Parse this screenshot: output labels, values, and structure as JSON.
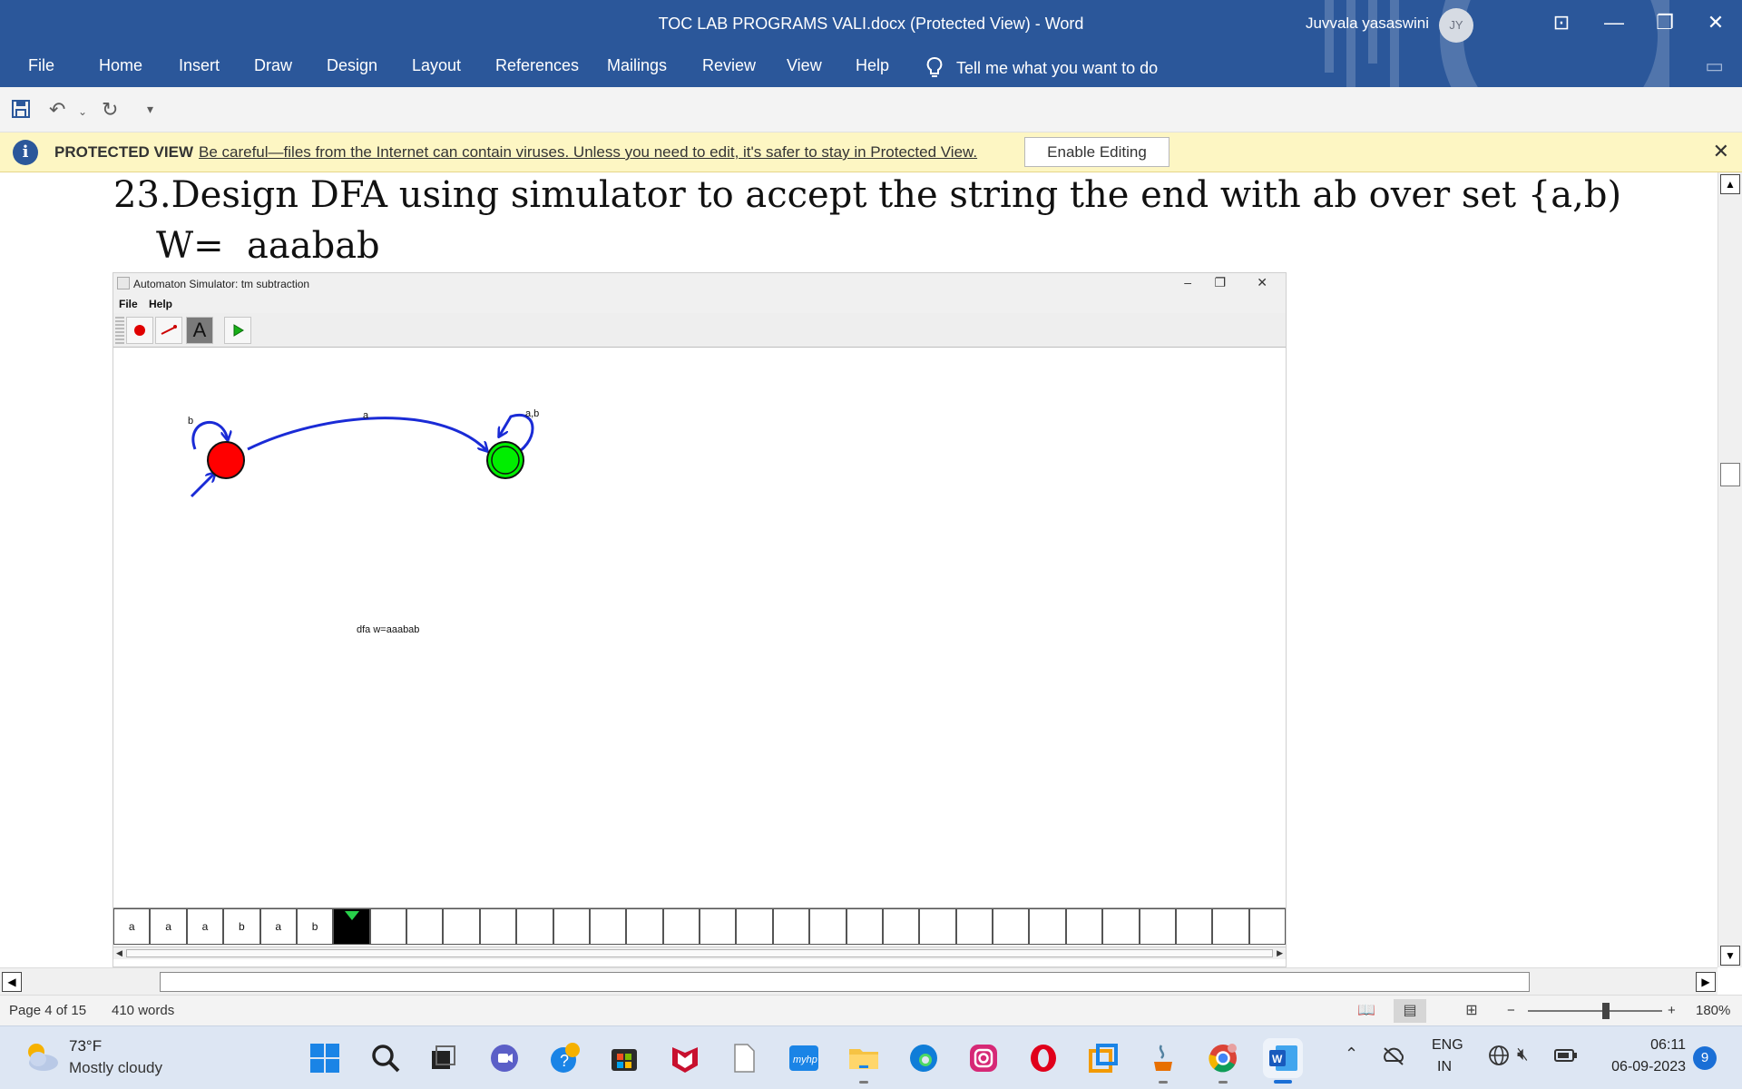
{
  "window": {
    "title": "TOC LAB PROGRAMS VALI.docx (Protected View)  -  Word",
    "user_name": "Juvvala yasaswini",
    "user_initials": "JY",
    "controls": {
      "ribbon_display": "⊡",
      "minimize": "—",
      "restore": "❐",
      "close": "✕"
    }
  },
  "ribbon": {
    "tabs": [
      "File",
      "Home",
      "Insert",
      "Draw",
      "Design",
      "Layout",
      "References",
      "Mailings",
      "Review",
      "View",
      "Help"
    ],
    "tell_me": "Tell me what you want to do"
  },
  "qat": {
    "save_icon": "save-icon",
    "undo_icon": "undo-icon",
    "redo_icon": "redo-icon",
    "customize_icon": "customize-icon"
  },
  "protected_view": {
    "label": "PROTECTED VIEW",
    "message": "Be careful—files from the Internet can contain viruses. Unless you need to edit, it's safer to stay in Protected View.",
    "button": "Enable Editing"
  },
  "document": {
    "heading": "23.Design DFA using simulator to accept the string the end with ab over set {a,b)",
    "w_line": "W=  aaabab"
  },
  "simulator": {
    "title": "Automaton Simulator: tm subtraction",
    "menu": [
      "File",
      "Help"
    ],
    "tools": [
      "state-tool",
      "transition-tool",
      "text-tool",
      "run-tool"
    ],
    "text_tool_label": "A",
    "loop_label_q0": "b",
    "transition_label": "a",
    "loop_label_q1": "a,b",
    "note": "dfa w=aaabab",
    "tape": [
      "a",
      "a",
      "a",
      "b",
      "a",
      "b"
    ],
    "tape_total_cells": 32,
    "head_index": 6,
    "colors": {
      "edge": "#1a2bd6",
      "start_state": "#ff0000",
      "accept_state": "#00ee00"
    }
  },
  "status": {
    "page": "Page 4 of 15",
    "words": "410 words",
    "zoom": "180%",
    "zoom_minus": "−",
    "zoom_plus": "+"
  },
  "taskbar": {
    "temperature": "73°F",
    "weather": "Mostly cloudy",
    "language_line1": "ENG",
    "language_line2": "IN",
    "time": "06:11",
    "date": "06-09-2023",
    "notifications": "9",
    "apps": [
      "windows-start",
      "search",
      "task-view",
      "teams",
      "tips",
      "microsoft-store",
      "mcafee",
      "file",
      "myhp",
      "file-explorer",
      "edge",
      "instagram",
      "opera",
      "sticky",
      "java",
      "chrome",
      "word"
    ]
  }
}
